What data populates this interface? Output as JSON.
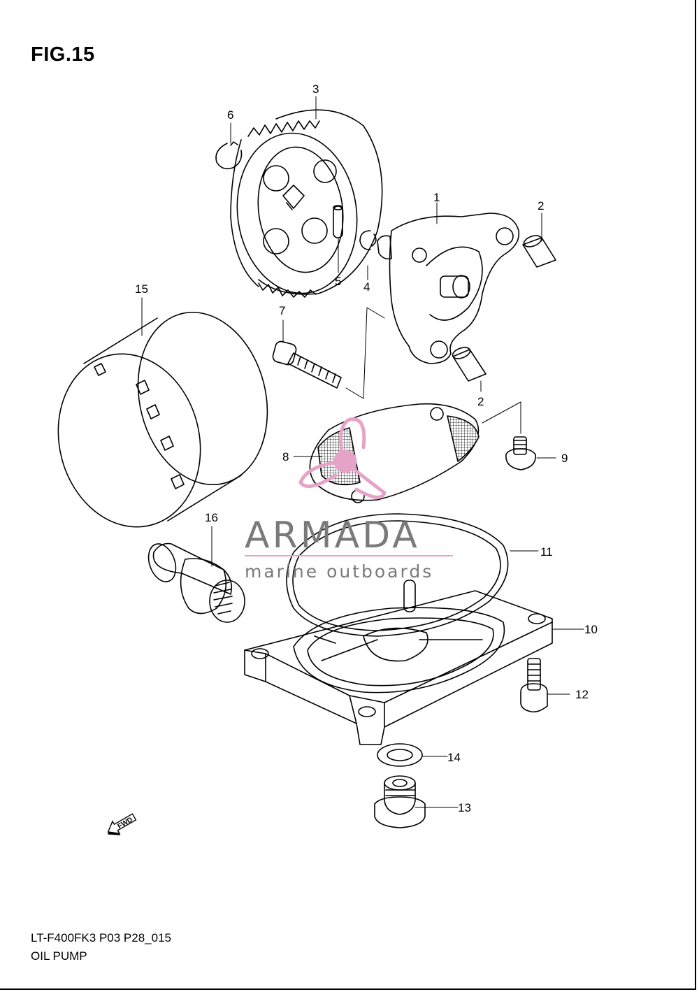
{
  "figure": {
    "title": "FIG.15",
    "model_code": "LT-F400FK3 P03 P28_015",
    "section_name": "OIL PUMP"
  },
  "watermark": {
    "brand": "ARMADA",
    "tagline": "marine outboards",
    "colors": {
      "text": "#7a7a7a",
      "logo": "#e6a3c8",
      "line": "#e6a3c8"
    }
  },
  "direction_marker": {
    "label": "FWD"
  },
  "callouts": [
    {
      "id": "c1",
      "label": "1"
    },
    {
      "id": "c2a",
      "label": "2"
    },
    {
      "id": "c2b",
      "label": "2"
    },
    {
      "id": "c3",
      "label": "3"
    },
    {
      "id": "c4",
      "label": "4"
    },
    {
      "id": "c5",
      "label": "5"
    },
    {
      "id": "c6",
      "label": "6"
    },
    {
      "id": "c7",
      "label": "7"
    },
    {
      "id": "c8",
      "label": "8"
    },
    {
      "id": "c9",
      "label": "9"
    },
    {
      "id": "c10",
      "label": "10"
    },
    {
      "id": "c11",
      "label": "11"
    },
    {
      "id": "c12",
      "label": "12"
    },
    {
      "id": "c13",
      "label": "13"
    },
    {
      "id": "c14",
      "label": "14"
    },
    {
      "id": "c15",
      "label": "15"
    },
    {
      "id": "c16",
      "label": "16"
    }
  ]
}
